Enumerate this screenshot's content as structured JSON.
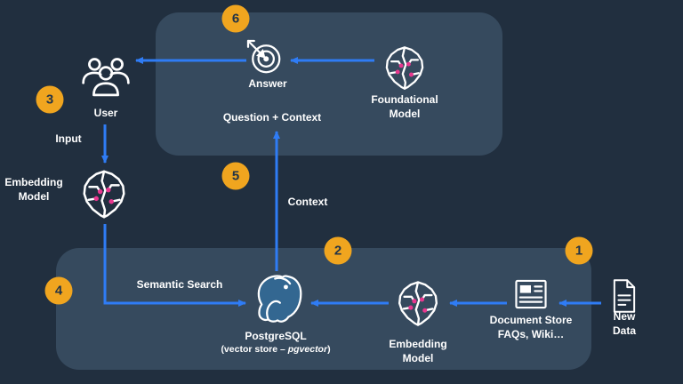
{
  "colors": {
    "bg": "#212F3F",
    "panel": "#364A5E",
    "arrow": "#2F7CF5",
    "badge": "#F0A51F",
    "badge_text": "#233447",
    "pink": "#E8378F",
    "pg_blue": "#336791",
    "text": "#FFFFFF"
  },
  "badges": {
    "b1": "1",
    "b2": "2",
    "b3": "3",
    "b4": "4",
    "b5": "5",
    "b6": "6"
  },
  "nodes": {
    "user": {
      "label": "User"
    },
    "input": {
      "label": "Input"
    },
    "embedding_left": {
      "line1": "Embedding",
      "line2": "Model"
    },
    "answer": {
      "label": "Answer"
    },
    "foundational": {
      "line1": "Foundational",
      "line2": "Model"
    },
    "question_context": {
      "label": "Question + Context"
    },
    "semantic_search": {
      "label": "Semantic Search"
    },
    "context": {
      "label": "Context"
    },
    "postgresql": {
      "label": "PostgreSQL",
      "sub_prefix": "(vector store – ",
      "sub_italic": "pgvector",
      "sub_suffix": ")"
    },
    "embedding_bottom": {
      "line1": "Embedding",
      "line2": "Model"
    },
    "document_store": {
      "line1": "Document Store",
      "line2": "FAQs, Wiki…"
    },
    "new_data": {
      "line1": "New",
      "line2": "Data"
    }
  },
  "icons": {
    "user": "user-group-icon",
    "answer": "target-arrow-icon",
    "foundational": "ai-brain-icon",
    "embedding_left": "ai-brain-icon",
    "embedding_bottom": "ai-brain-icon",
    "postgresql": "postgresql-elephant-icon",
    "document_store": "newspaper-icon",
    "new_data": "document-icon"
  }
}
